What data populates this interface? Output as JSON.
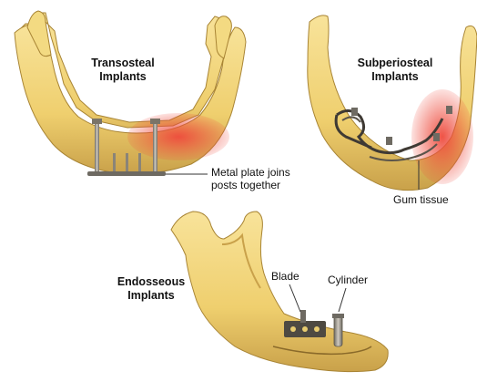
{
  "panels": {
    "transosteal": {
      "title_line1": "Transosteal",
      "title_line2": "Implants",
      "callout_line1": "Metal plate joins",
      "callout_line2": "posts together"
    },
    "subperiosteal": {
      "title_line1": "Subperiosteal",
      "title_line2": "Implants",
      "callout": "Gum tissue"
    },
    "endosseous": {
      "title_line1": "Endosseous",
      "title_line2": "Implants",
      "callout_blade": "Blade",
      "callout_cylinder": "Cylinder"
    }
  },
  "colors": {
    "bone": "#f0d478",
    "bone_shadow": "#b8913a",
    "gum": "#e8483a",
    "metal": "#8a8478"
  }
}
